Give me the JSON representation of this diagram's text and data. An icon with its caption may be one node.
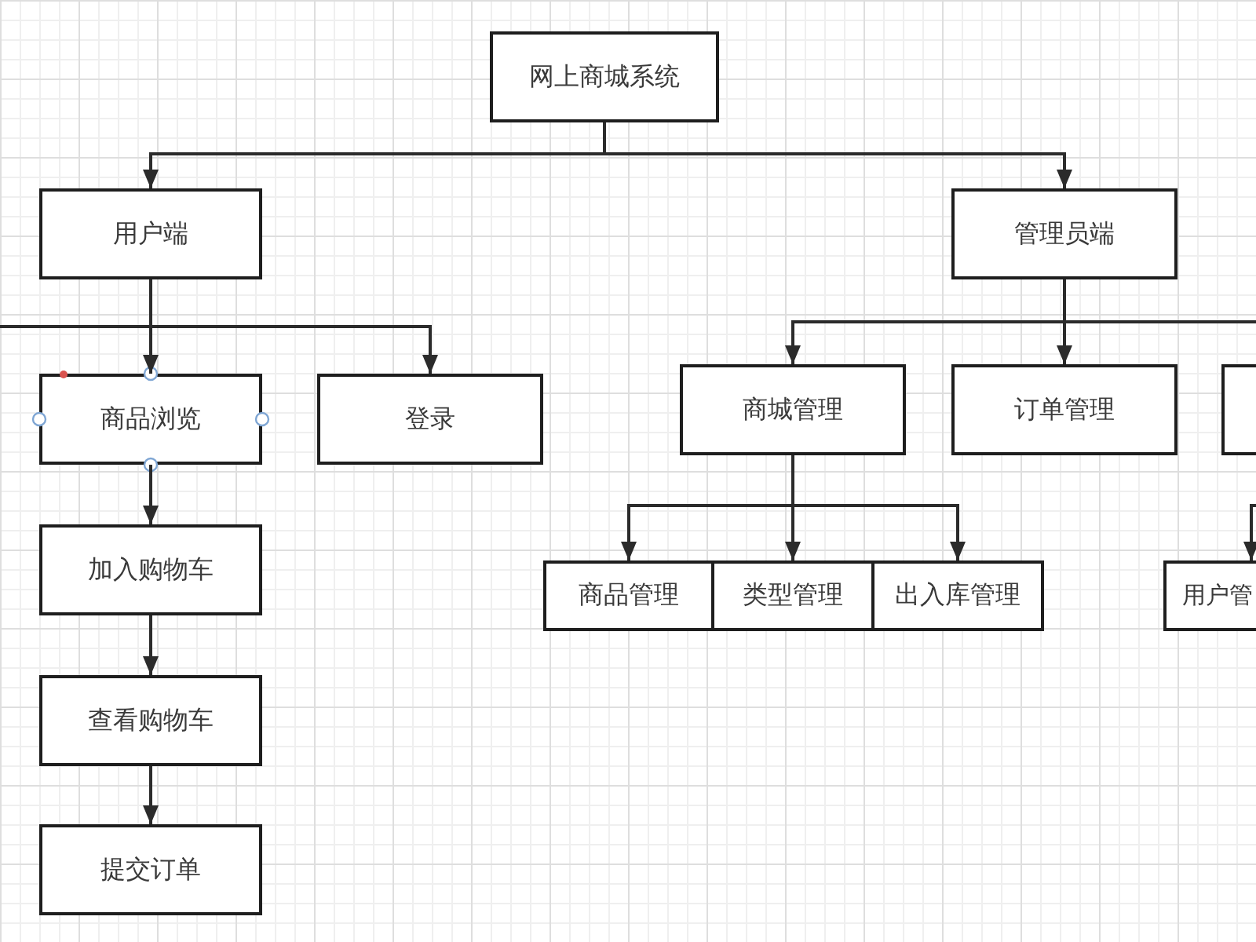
{
  "diagram": {
    "nodes": [
      {
        "text": [
          "网上商城系统"
        ]
      },
      {
        "text": [
          "用户端"
        ]
      },
      {
        "text": [
          "管理员端"
        ]
      },
      {
        "text": [
          "商品浏览"
        ]
      },
      {
        "text": [
          "登录"
        ]
      },
      {
        "text": [
          "商城管理"
        ]
      },
      {
        "text": [
          "订单管理"
        ]
      },
      {
        "text": [],
        "shape": "box"
      },
      {
        "text": [
          "加入购物车"
        ]
      },
      {
        "text": [
          "商品管理"
        ]
      },
      {
        "text": [
          "类型管理"
        ]
      },
      {
        "text": [
          "出入库管理"
        ]
      },
      {
        "text": [
          "用户管"
        ]
      },
      {
        "text": [
          "查看购物车"
        ]
      },
      {
        "text": [
          "提交订单"
        ]
      }
    ],
    "edges": [
      {
        "from": 0,
        "to": 1,
        "arrow": "to"
      },
      {
        "from": 0,
        "to": 2,
        "arrow": "to"
      },
      {
        "from": 1,
        "to": 3,
        "arrow": "to"
      },
      {
        "from": 1,
        "to": 4,
        "arrow": "to"
      },
      {
        "from": 1,
        "to": null,
        "arrow": "none"
      },
      {
        "from": 3,
        "to": 8,
        "arrow": "to"
      },
      {
        "from": 8,
        "to": 13,
        "arrow": "to"
      },
      {
        "from": 13,
        "to": 14,
        "arrow": "to"
      },
      {
        "from": 2,
        "to": 5,
        "arrow": "to"
      },
      {
        "from": 2,
        "to": 6,
        "arrow": "to"
      },
      {
        "from": 2,
        "to": null,
        "arrow": "none"
      },
      {
        "from": 5,
        "to": 9,
        "arrow": "to"
      },
      {
        "from": 5,
        "to": 10,
        "arrow": "to"
      },
      {
        "from": 5,
        "to": 11,
        "arrow": "to"
      },
      {
        "from": null,
        "to": 12,
        "arrow": "to"
      }
    ]
  }
}
